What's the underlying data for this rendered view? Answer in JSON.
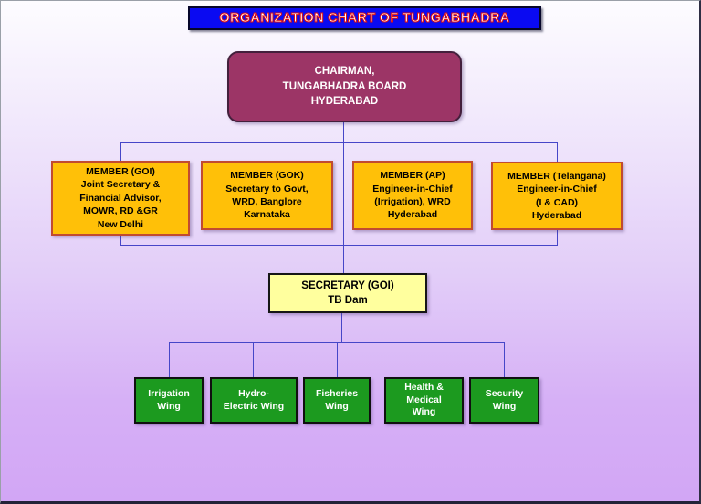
{
  "title": {
    "text": "ORGANIZATION CHART OF TUNGABHADRA"
  },
  "chairman": {
    "text": "CHAIRMAN,\nTUNGABHADRA BOARD\nHYDERABAD"
  },
  "members": [
    {
      "id": "goi",
      "text": "MEMBER (GOI)\nJoint Secretary &\nFinancial Advisor,\nMOWR, RD &GR\nNew Delhi"
    },
    {
      "id": "gok",
      "text": "MEMBER (GOK)\nSecretary to Govt,\nWRD, Banglore\nKarnataka"
    },
    {
      "id": "ap",
      "text": "MEMBER (AP)\nEngineer-in-Chief\n(Irrigation), WRD\nHyderabad"
    },
    {
      "id": "telangana",
      "text": "MEMBER (Telangana)\nEngineer-in-Chief\n(I & CAD)\nHyderabad"
    }
  ],
  "secretary": {
    "text": "SECRETARY (GOI)\nTB Dam"
  },
  "wings": [
    {
      "id": "irrigation",
      "text": "Irrigation\nWing"
    },
    {
      "id": "hydro-electric",
      "text": "Hydro-\nElectric Wing"
    },
    {
      "id": "fisheries",
      "text": "Fisheries\nWing"
    },
    {
      "id": "health-medical",
      "text": "Health &\nMedical\nWing"
    },
    {
      "id": "security",
      "text": "Security\nWing"
    }
  ],
  "colors": {
    "title_background": "#0a0af2",
    "title_text": "#ffffff",
    "title_text_outline": "#e01010",
    "chairman_fill": "#9c3566",
    "member_fill": "#ffc008",
    "member_border": "#c14b30",
    "secretary_fill": "#ffff9e",
    "wing_fill": "#1c9a1f",
    "connector": "#4646c8",
    "background_top": "#fdfcff",
    "background_bottom": "#d2a6f5"
  }
}
